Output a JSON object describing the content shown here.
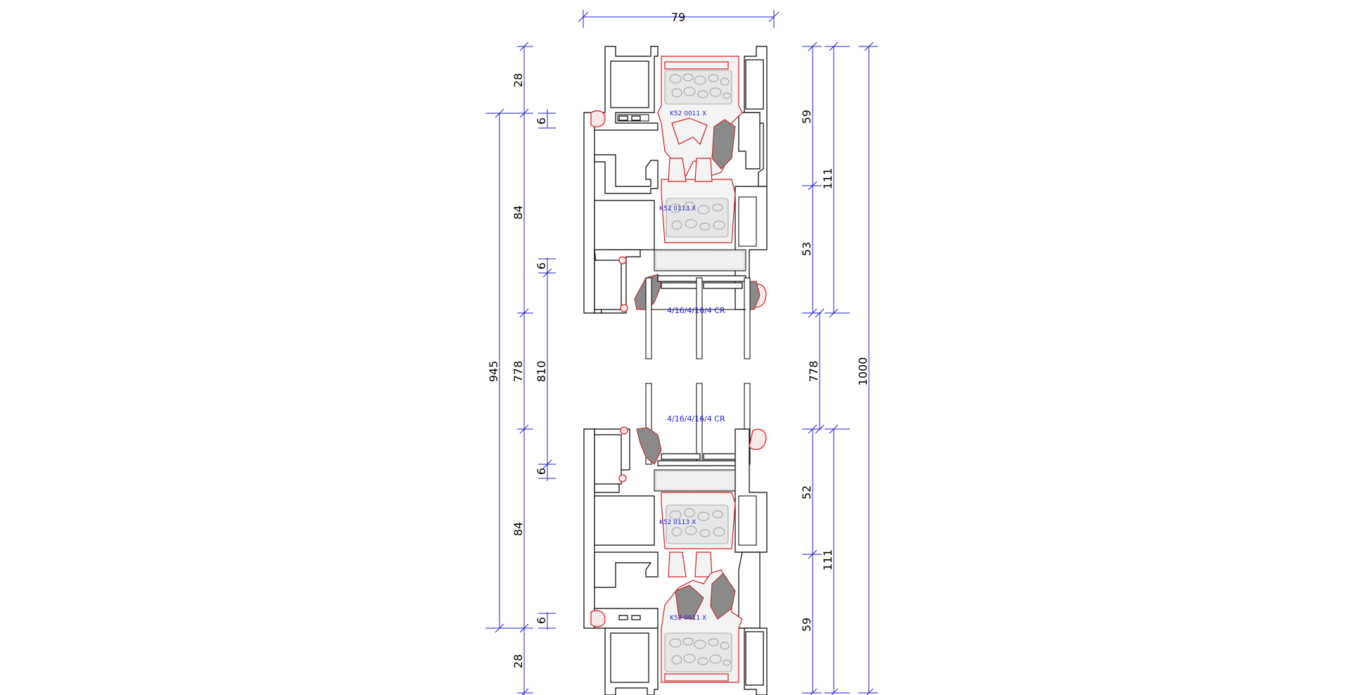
{
  "drawing": {
    "top_width_dim": "79",
    "left_dims_outer": [
      "28",
      "84",
      "778",
      "84",
      "28"
    ],
    "left_dim_total": "945",
    "left_small_dims": [
      "6",
      "6",
      "6",
      "6"
    ],
    "left_dim_glass": "810",
    "right_dims_inner": [
      "59",
      "53",
      "778",
      "52",
      "59"
    ],
    "right_dims_mid": [
      "111",
      "111"
    ],
    "right_dim_total": "1000",
    "labels": {
      "gasket_top_1": "K52 0011 X",
      "gasket_top_2": "K52 0113 X",
      "glass_top": "4/16/4/16/4 CR",
      "glass_bottom": "4/16/4/16/4 CR",
      "gasket_bottom_1": "K52 0113 X",
      "gasket_bottom_2": "K52 0011 X"
    }
  },
  "colors": {
    "dimension_line": "#1f1fd6",
    "gasket": "#e02020",
    "profile": "#000000"
  }
}
